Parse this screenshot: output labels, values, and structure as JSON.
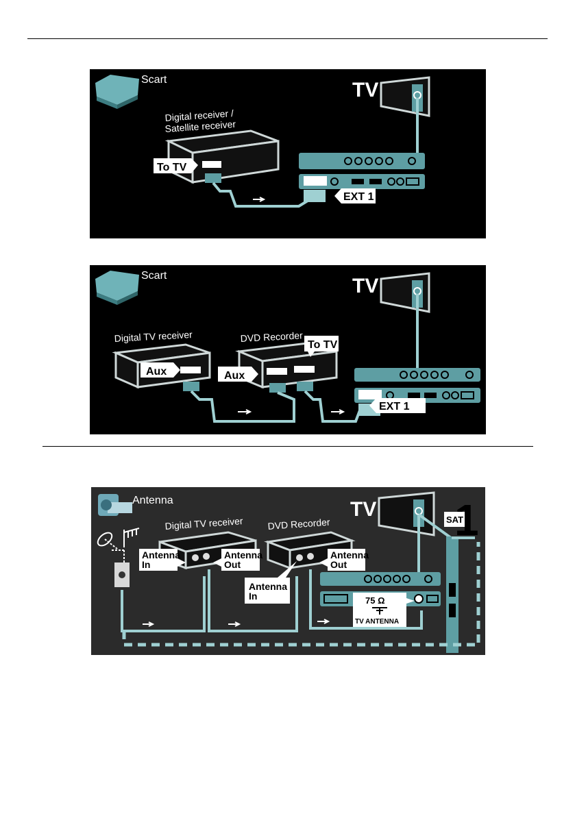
{
  "panels": [
    {
      "icon": "scart-connector-icon",
      "title": "Scart",
      "tv_label": "TV",
      "device_label_line1": "Digital receiver /",
      "device_label_line2": "Satellite receiver",
      "callout_to_tv": "To TV",
      "callout_ext": "EXT 1"
    },
    {
      "icon": "scart-connector-icon",
      "title": "Scart",
      "tv_label": "TV",
      "device1_label": "Digital TV receiver",
      "device2_label": "DVD Recorder",
      "callout_aux1": "Aux",
      "callout_aux2": "Aux",
      "callout_to_tv": "To TV",
      "callout_ext": "EXT 1"
    },
    {
      "icon": "antenna-connector-icon",
      "title": "Antenna",
      "tv_label": "TV",
      "device1_label": "Digital TV receiver",
      "device2_label": "DVD Recorder",
      "callout_ant_in1": "Antenna\nIn",
      "callout_ant_out1": "Antenna\nOut",
      "callout_ant_in2": "Antenna\nIn",
      "callout_ant_out2": "Antenna\nOut",
      "callout_sat": "SAT",
      "callout_ohm": "75 Ω",
      "callout_tv_antenna": "TV ANTENNA",
      "big_number": "1"
    }
  ],
  "colors": {
    "panel_bg": "#000000",
    "panel3_bg": "#2b2b2b",
    "device_teal": "#5e9ea3",
    "cable": "#9fd0d2",
    "outline": "#cfd8d8",
    "callout_bg": "#ffffff"
  }
}
